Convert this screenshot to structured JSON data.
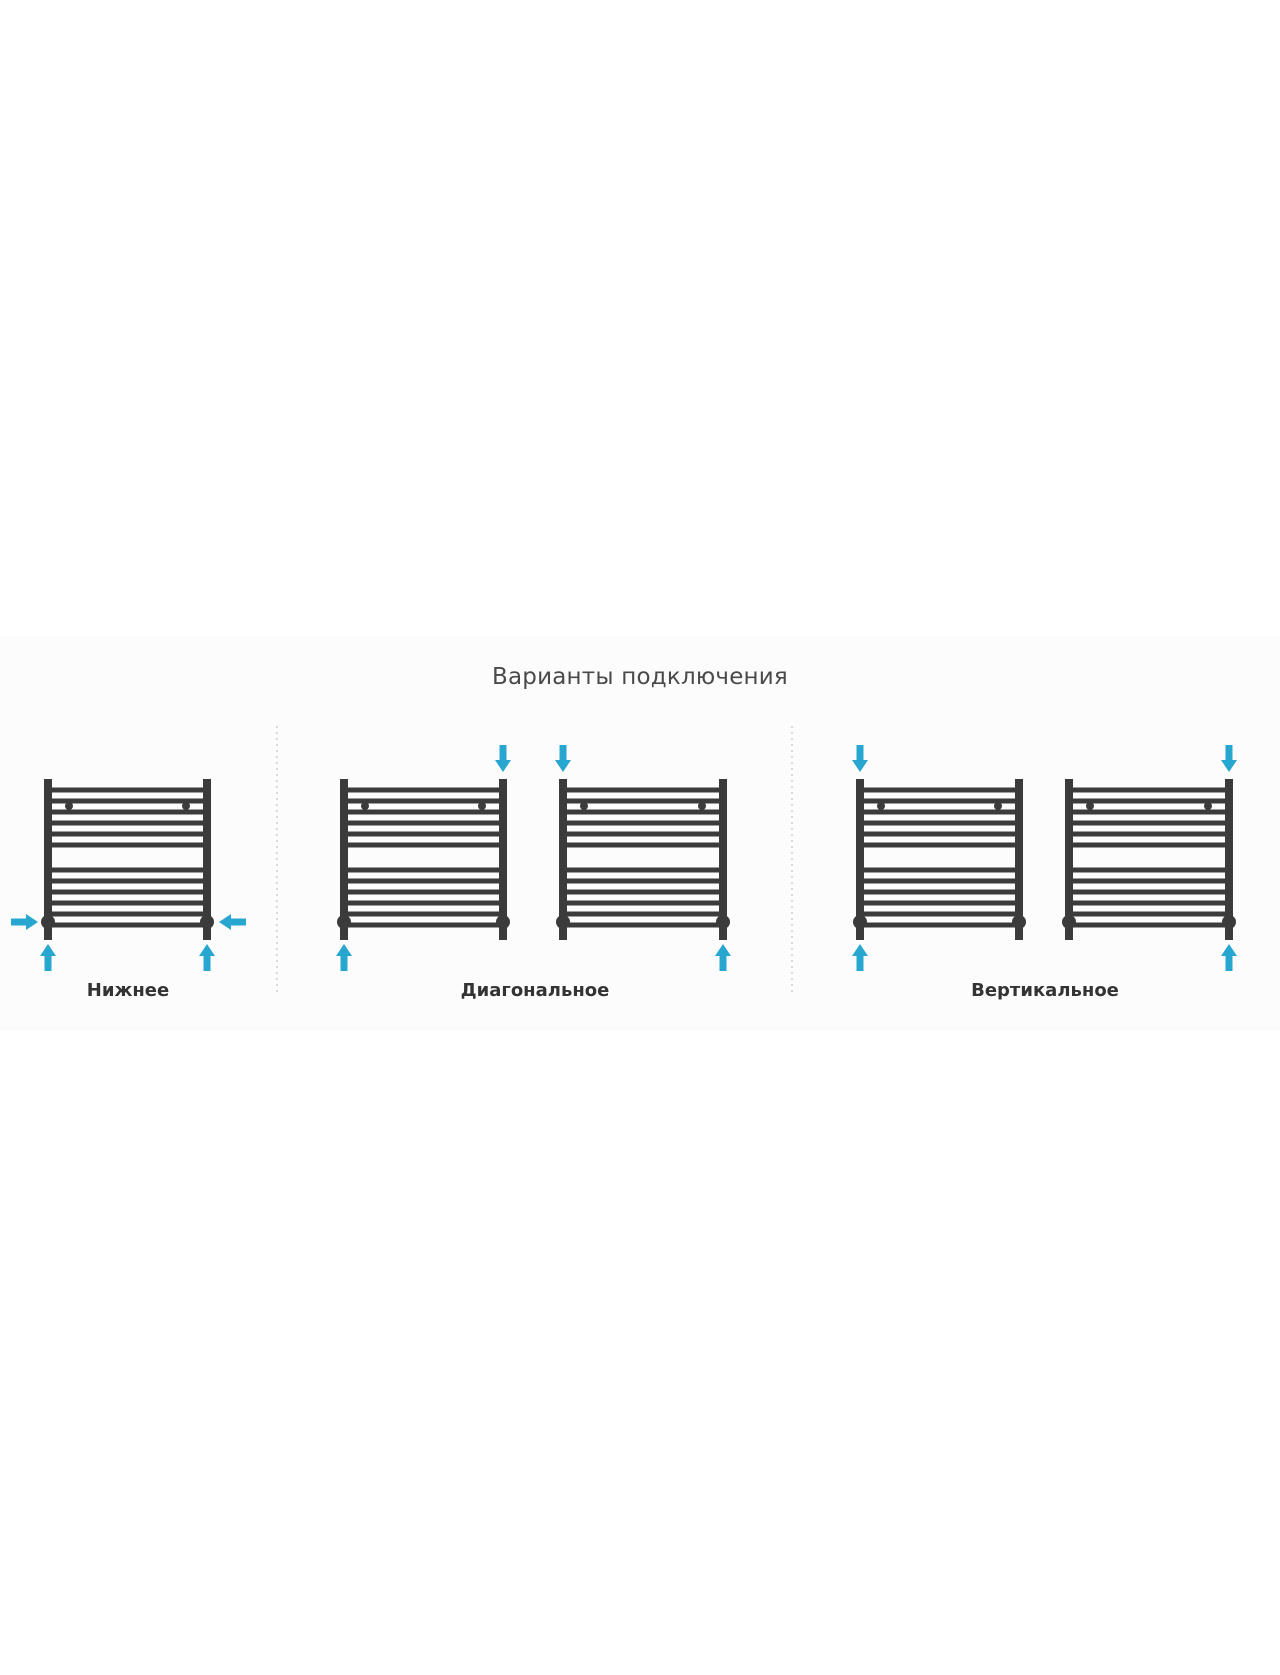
{
  "title": "Варианты подключения",
  "captions": {
    "bottom": "Нижнее",
    "diagonal": "Диагональное",
    "vertical": "Вертикальное"
  },
  "colors": {
    "rail": "#3c3b3c",
    "arrow": "#27a6cf",
    "divider": "#cfcfcf",
    "title": "#4a4a4a",
    "caption": "#333333"
  },
  "icons": {
    "rail_diagram": "heated-towel-rail-icon",
    "arrow": "flow-arrow-icon"
  }
}
